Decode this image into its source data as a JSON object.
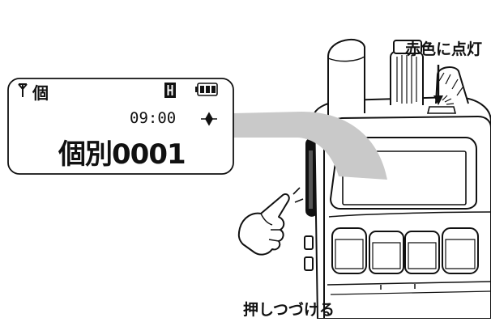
{
  "labels": {
    "led_callout": "赤色に点灯",
    "press_instruction": "押しつづける"
  },
  "lcd": {
    "antenna_icon": "antenna-icon",
    "mode_char": "個",
    "battery_icon": "battery-icon",
    "time": "09:00",
    "call_name": "個別0001"
  },
  "colors": {
    "outline": "#111111",
    "callout_band": "#c9c9c9",
    "background": "#ffffff"
  }
}
